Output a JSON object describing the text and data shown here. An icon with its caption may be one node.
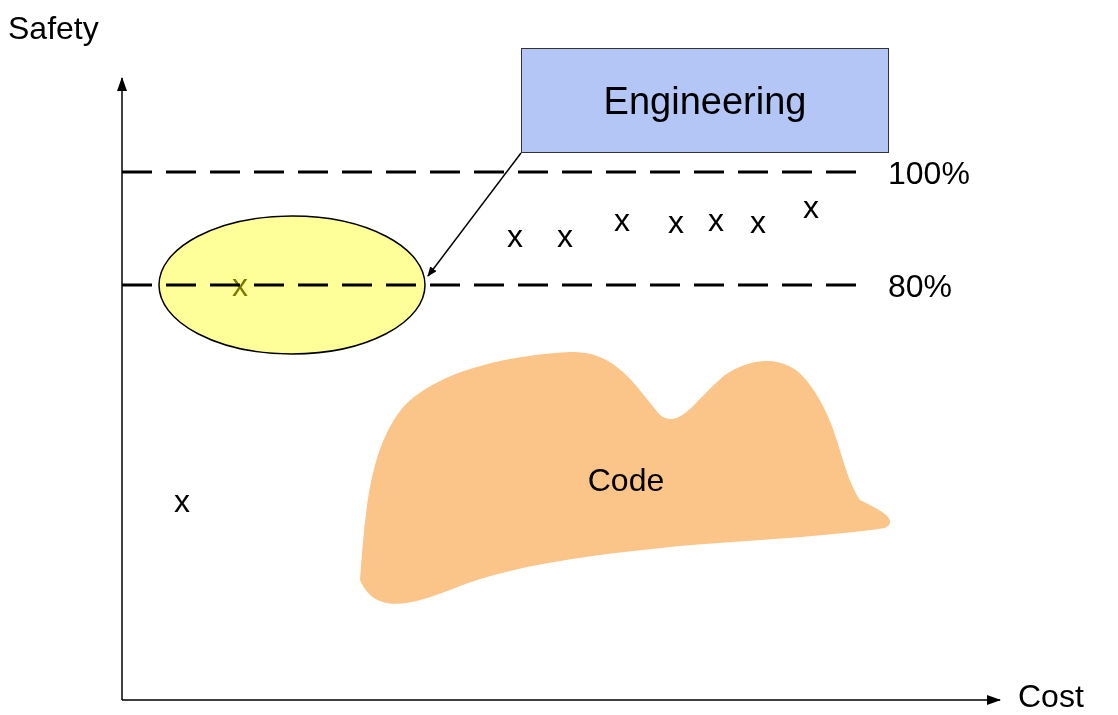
{
  "diagram": {
    "nodes": [
      {
        "text": [
          "Engineering"
        ]
      },
      {
        "text": [
          "x"
        ]
      },
      {
        "text": [
          "Code"
        ]
      }
    ],
    "edges": [
      {
        "from": 0,
        "to": 1,
        "arrow": "to"
      }
    ],
    "labels": [
      "Safety",
      "100%",
      "x",
      "x",
      "x",
      "x",
      "x",
      "x",
      "x",
      "80%",
      "x",
      "Cost"
    ]
  }
}
